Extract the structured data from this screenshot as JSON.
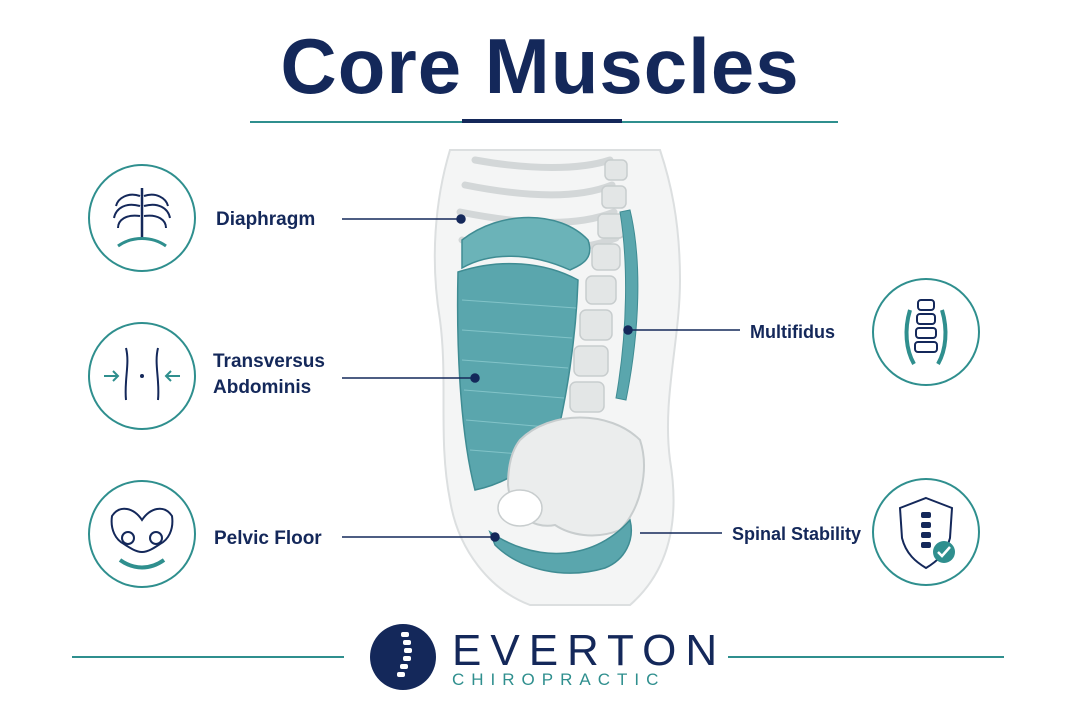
{
  "title": "Core Muscles",
  "colors": {
    "navy": "#14285a",
    "teal": "#2f8f8e",
    "muscle": "#5aa6ad",
    "bone": "#e8eaea"
  },
  "labels": {
    "diaphragm": "Diaphragm",
    "transversus_line1": "Transversus",
    "transversus_line2": "Abdominis",
    "pelvic_floor": "Pelvic Floor",
    "multifidus": "Multifidus",
    "spinal_stability": "Spinal Stability"
  },
  "icons": {
    "diaphragm": "ribcage-icon",
    "transversus": "waist-compression-icon",
    "pelvic_floor": "pelvis-icon",
    "multifidus": "spine-muscle-icon",
    "spinal_stability": "shield-check-icon"
  },
  "brand": {
    "name": "EVERTON",
    "sub": "CHIROPRACTIC",
    "logo": "spine-logo-icon"
  }
}
